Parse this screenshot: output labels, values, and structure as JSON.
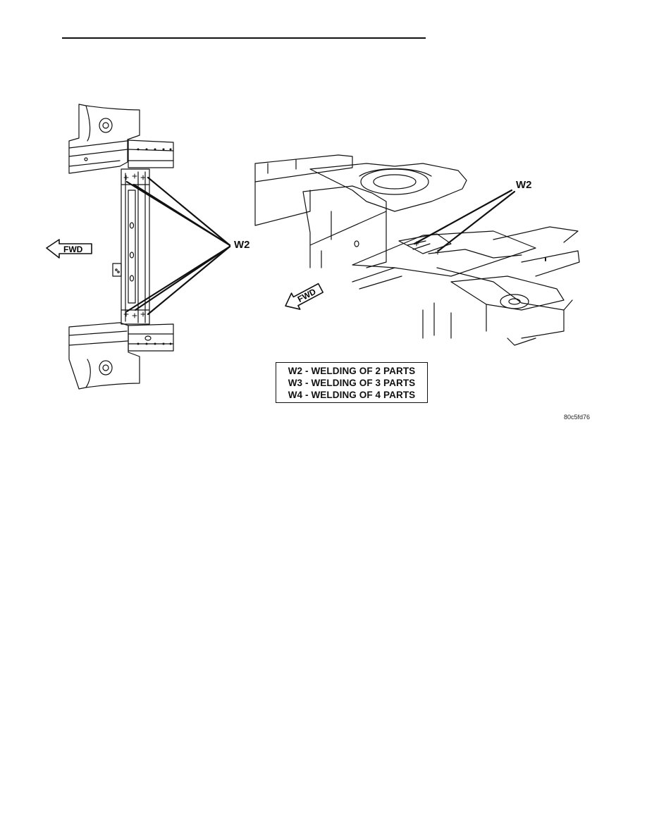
{
  "callouts": {
    "left_w2": "W2",
    "right_w2": "W2"
  },
  "fwd_arrows": {
    "left": "FWD",
    "right": "FWD"
  },
  "legend": {
    "items": [
      "W2 - WELDING OF 2 PARTS",
      "W3 - WELDING OF 3 PARTS",
      "W4 - WELDING OF 4 PARTS"
    ]
  },
  "image_id": "80c5fd76",
  "colors": {
    "ink": "#111111",
    "paper": "#ffffff"
  }
}
